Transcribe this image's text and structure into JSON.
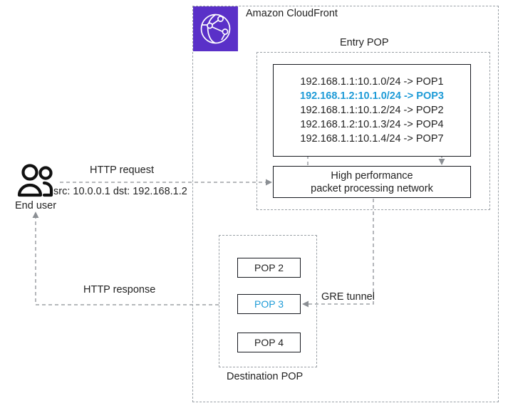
{
  "diagram": {
    "service": {
      "title": "Amazon CloudFront",
      "icon": "cloudfront-icon",
      "icon_color": "#5a30c8"
    },
    "entry_pop": {
      "label": "Entry POP",
      "routing_table": {
        "rows": [
          {
            "text": "192.168.1.1:10.1.0/24 -> POP1",
            "highlight": false
          },
          {
            "text": "192.168.1.2:10.1.0/24 -> POP3",
            "highlight": true
          },
          {
            "text": "192.168.1.1:10.1.2/24 -> POP2",
            "highlight": false
          },
          {
            "text": "192.168.1.2:10.1.3/24 -> POP4",
            "highlight": false
          },
          {
            "text": "192.168.1.1:10.1.4/24 -> POP7",
            "highlight": false
          }
        ],
        "highlight_color": "#1e9bd7"
      },
      "processing_node": {
        "line1": "High performance",
        "line2": "packet processing network"
      }
    },
    "destination_pop": {
      "label": "Destination POP",
      "pops": [
        {
          "label": "POP 2",
          "highlight": false
        },
        {
          "label": "POP 3",
          "highlight": true
        },
        {
          "label": "POP 4",
          "highlight": false
        }
      ]
    },
    "end_user": {
      "label": "End user",
      "icon": "users-icon"
    },
    "flows": {
      "request_label": "HTTP request",
      "request_detail": "src: 10.0.0.1 dst: 192.168.1.2",
      "response_label": "HTTP response",
      "tunnel_label": "GRE tunnel"
    }
  }
}
